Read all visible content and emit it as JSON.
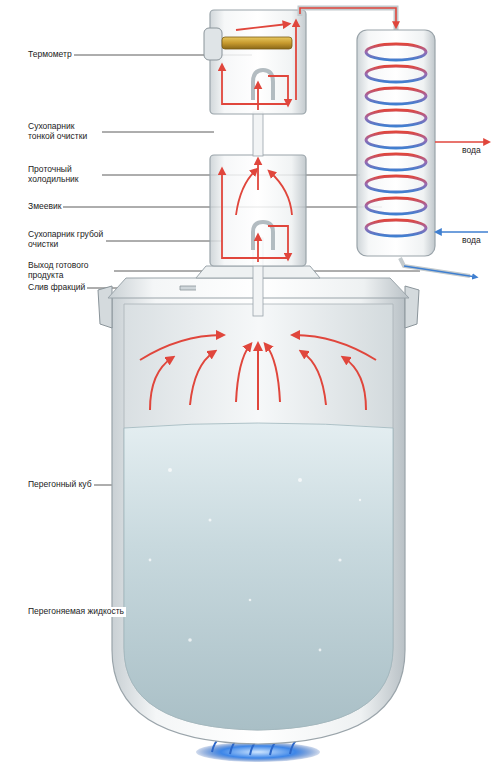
{
  "diagram": {
    "labels": [
      "Термометр",
      "Сухопарник тонкой очистки",
      "Проточный холодильник",
      "Змеевик",
      "Сухопарник грубой очистки",
      "Выход готового продукта",
      "Слив фракций",
      "Перегонный куб",
      "Перегоняемая жидкость",
      "вода",
      "вода"
    ]
  }
}
